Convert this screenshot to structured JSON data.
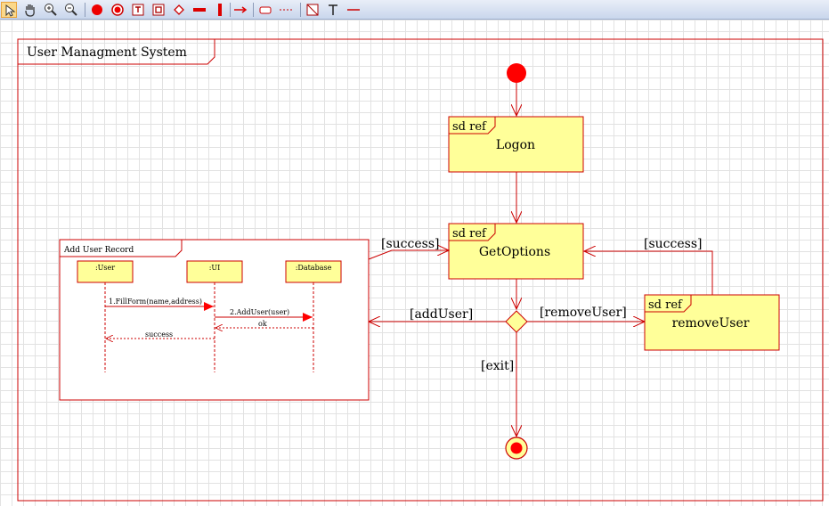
{
  "toolbar": {
    "tools": [
      {
        "name": "select-tool-icon",
        "selected": true
      },
      {
        "name": "hand-pan-icon"
      },
      {
        "name": "zoom-in-icon"
      },
      {
        "name": "zoom-out-icon"
      },
      {
        "name": "initial-node-icon"
      },
      {
        "name": "final-node-icon"
      },
      {
        "name": "interaction-frame-icon"
      },
      {
        "name": "interaction-ref-icon"
      },
      {
        "name": "decision-node-icon"
      },
      {
        "name": "horizontal-fork-icon"
      },
      {
        "name": "vertical-fork-icon"
      },
      {
        "name": "control-flow-icon"
      },
      {
        "name": "note-icon"
      },
      {
        "name": "note-link-icon"
      },
      {
        "name": "frame-tool-icon"
      },
      {
        "name": "text-tool-icon"
      },
      {
        "name": "line-tool-icon"
      }
    ]
  },
  "diagram": {
    "frame_title": "User Managment System",
    "nodes": {
      "logon": {
        "tag": "sd ref",
        "label": "Logon"
      },
      "get_options": {
        "tag": "sd ref",
        "label": "GetOptions"
      },
      "remove_user": {
        "tag": "sd ref",
        "label": "removeUser"
      }
    },
    "guards": {
      "success_left": "[success]",
      "success_right": "[success]",
      "add_user": "[addUser]",
      "remove_user": "[removeUser]",
      "exit": "[exit]"
    },
    "sequence": {
      "title": "Add User Record",
      "lifelines": [
        ":User",
        ":UI",
        ":Database"
      ],
      "messages": {
        "m1": "1.FillForm(name,address)",
        "m2": "2.AddUser(user)",
        "m3": "ok",
        "m4": "success"
      }
    }
  },
  "colors": {
    "line": "#cc0000",
    "node_fill": "#ffff99",
    "start_fill": "#ff0000"
  }
}
